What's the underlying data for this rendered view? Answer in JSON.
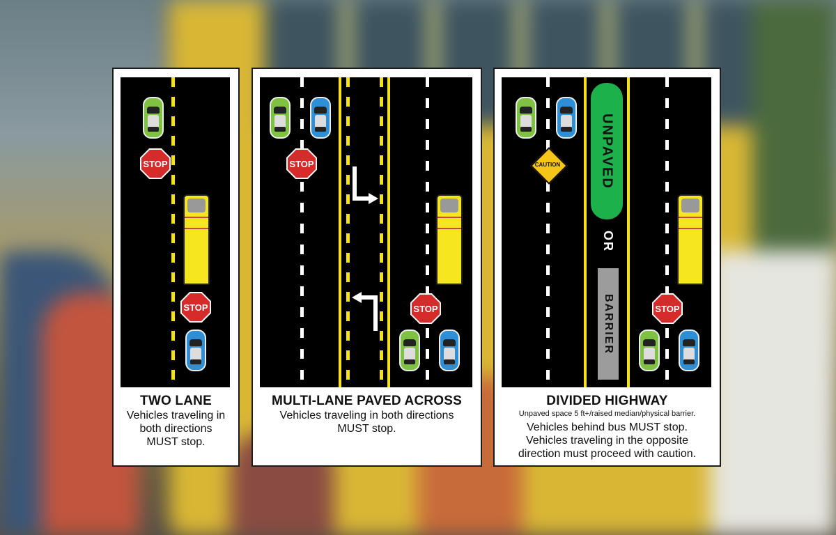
{
  "panels": [
    {
      "title": "TWO LANE",
      "body": [
        "Vehicles traveling in",
        "both directions",
        "MUST stop."
      ]
    },
    {
      "title": "MULTI-LANE PAVED ACROSS",
      "body": [
        "Vehicles traveling in both directions",
        "MUST stop."
      ]
    },
    {
      "title": "DIVIDED HIGHWAY",
      "note": "Unpaved space 5 ft+/raised median/physical barrier.",
      "body": [
        "Vehicles behind bus MUST stop.",
        "Vehicles traveling in the opposite",
        "direction must proceed with caution."
      ]
    }
  ],
  "signs": {
    "stop": "STOP",
    "caution": "CAUTION",
    "unpaved": "UNPAVED",
    "or": "OR",
    "barrier": "BARRIER"
  },
  "colors": {
    "road": "#000000",
    "lane_yellow": "#f5e11a",
    "stop_red": "#d62b2b",
    "unpaved_green": "#1db14b",
    "barrier_gray": "#9c9c9c",
    "car_green": "#7fc241",
    "car_blue": "#2f8fd6",
    "bus_yellow": "#f6e620"
  },
  "icons": [
    "stop-sign-icon",
    "caution-sign-icon",
    "school-bus-icon",
    "car-icon",
    "turn-arrow-icon"
  ]
}
